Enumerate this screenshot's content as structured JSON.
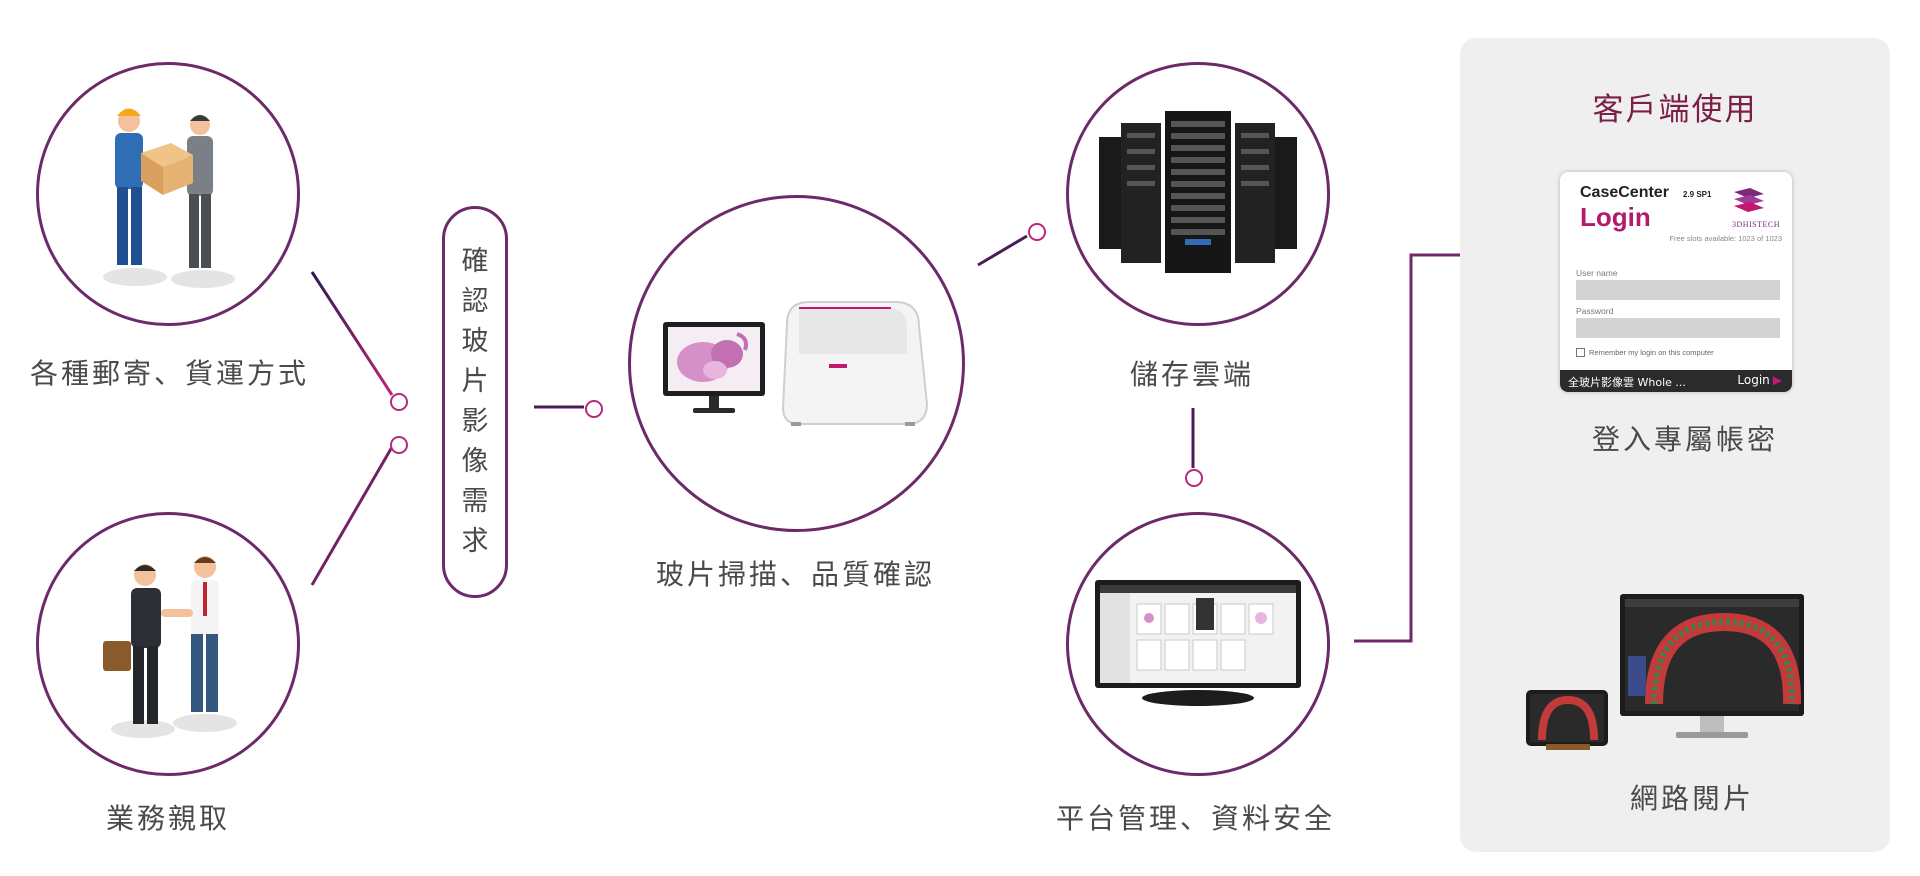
{
  "nodes": {
    "shipping": {
      "label": "各種郵寄、貨運方式",
      "icon": "package-handover-icon"
    },
    "business": {
      "label": "業務親取",
      "icon": "business-handshake-icon"
    },
    "confirm": {
      "chars": [
        "確",
        "認",
        "玻",
        "片",
        "影",
        "像",
        "需",
        "求"
      ]
    },
    "scan": {
      "label": "玻片掃描、品質確認",
      "icon": "slide-scanner-icon"
    },
    "storage": {
      "label": "儲存雲端",
      "icon": "server-rack-icon"
    },
    "platform": {
      "label": "平台管理、資料安全",
      "icon": "monitor-software-icon"
    }
  },
  "client_panel": {
    "title": "客戶端使用",
    "login_label": "登入專屬帳密",
    "viewer_label": "網路閱片",
    "viewer_icon": "monitor-tablet-viewer-icon"
  },
  "login_card": {
    "app_name": "CaseCenter",
    "version": "2.9 SP1",
    "heading": "Login",
    "brand": "3DHISTECH",
    "free_slots": "Free slots available: 1023 of 1023",
    "username_label": "User name",
    "password_label": "Password",
    "remember": "Remember my login on this computer",
    "footer_left": "全玻片影像雲 Whole ...",
    "footer_button": "Login"
  },
  "colors": {
    "accent": "#b8287c",
    "dark": "#2e1a4f",
    "title": "#7b1f47",
    "panel": "#efefef"
  }
}
